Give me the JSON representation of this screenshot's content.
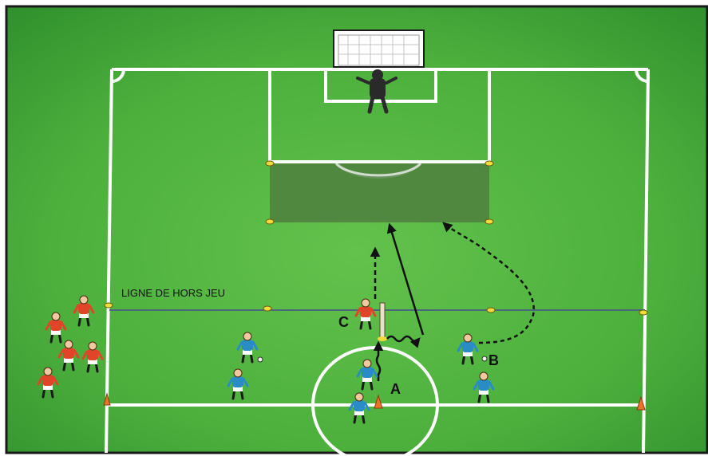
{
  "offside_line_label": "LIGNE DE HORS JEU",
  "player_labels": {
    "a": "A",
    "b": "B",
    "c": "C"
  },
  "colors": {
    "pitch_dark": "#2f9a2e",
    "pitch_light": "#5cc04a",
    "lines": "#ffffff",
    "shaded_zone": "#4f7f3f",
    "red_team": "#e0452a",
    "blue_team": "#2a8cc4",
    "goalkeeper": "#2a2a2a",
    "cone": "#e8742a",
    "marker": "#f2dc3a"
  },
  "icons": [
    "goal-icon",
    "goalkeeper-icon",
    "player-icon",
    "cone-icon",
    "pole-icon",
    "ball-icon",
    "marker-icon",
    "arrow-icon"
  ]
}
